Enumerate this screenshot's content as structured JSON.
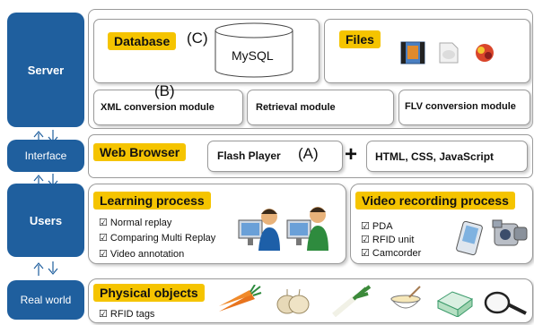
{
  "sidebar": {
    "server": "Server",
    "interface": "Interface",
    "users": "Users",
    "real_world": "Real world"
  },
  "server": {
    "database_tag": "Database",
    "database_marker": "(C)",
    "mysql": "MySQL",
    "files_tag": "Files",
    "xml_marker": "(B)",
    "xml_module": "XML conversion module",
    "retrieval_module": "Retrieval module",
    "flv_module": "FLV conversion module"
  },
  "interface": {
    "web_browser_tag": "Web  Browser",
    "flash_player": "Flash Player",
    "flash_marker": "(A)",
    "plus": "+",
    "html_css_js": "HTML, CSS, JavaScript"
  },
  "users": {
    "learning_tag": "Learning process",
    "learning_items": [
      "Normal replay",
      "Comparing Multi Replay",
      "Video annotation"
    ],
    "video_tag": "Video recording  process",
    "video_items": [
      "PDA",
      "RFID unit",
      "Camcorder"
    ]
  },
  "real_world": {
    "physical_tag": "Physical objects",
    "physical_items": [
      "RFID tags"
    ]
  }
}
